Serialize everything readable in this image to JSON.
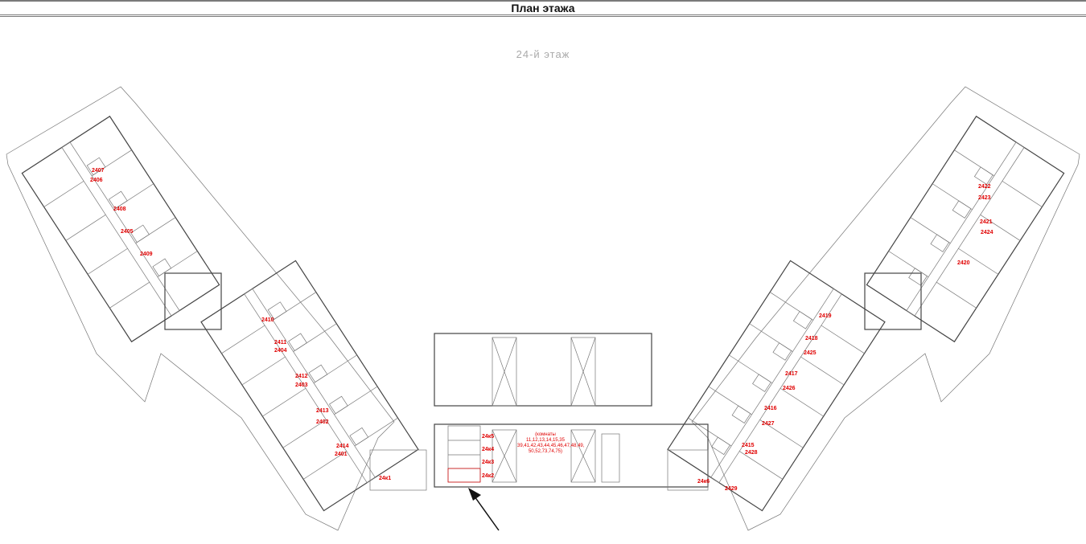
{
  "header": {
    "title": "План этажа"
  },
  "floor": {
    "title": "24-й этаж"
  },
  "note": "(комнаты 11,12,13,14,15,35 39,41,42,43,44,45,46,47,48,49, 50,52,73,74,75)",
  "units": {
    "left": [
      "2407",
      "2406",
      "2408",
      "2405",
      "2409",
      "2410",
      "2411",
      "2404",
      "2412",
      "2403",
      "2413",
      "2402",
      "2414",
      "2401"
    ],
    "center": [
      "24к5",
      "24к4",
      "24к3",
      "24к2",
      "24к1",
      "24к6"
    ],
    "right": [
      "2422",
      "2423",
      "2421",
      "2424",
      "2420",
      "2419",
      "2418",
      "2425",
      "2417",
      "2426",
      "2416",
      "2427",
      "2415",
      "2428",
      "2429"
    ]
  },
  "colors": {
    "label": "#e00000",
    "wall": "#444444"
  }
}
